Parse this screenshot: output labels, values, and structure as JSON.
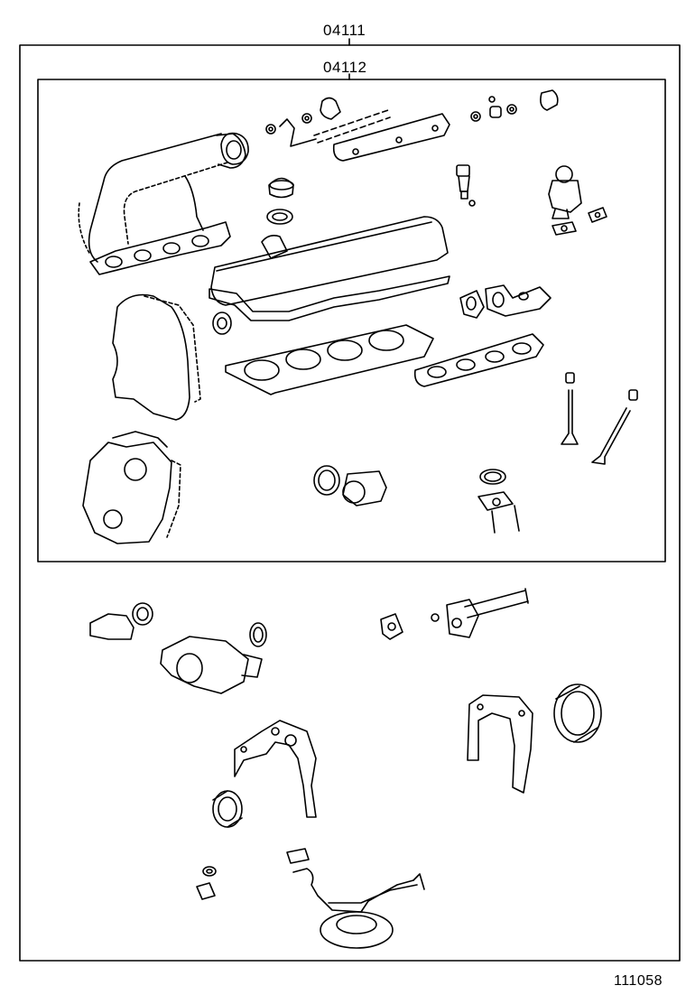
{
  "diagram": {
    "labels": {
      "outer_kit": "04111",
      "inner_kit": "04112",
      "figure_number": "111058"
    },
    "callouts": [
      {
        "from": "outer_kit",
        "to": "outer_frame"
      },
      {
        "from": "inner_kit",
        "to": "inner_frame"
      }
    ],
    "parts_inner_kit": [
      "intake-manifold-gasket",
      "intake-chamber-gasket",
      "fuel-injector-seals",
      "fuel-delivery-pipe",
      "fuel-injector",
      "oil-filler-cap",
      "oil-filler-cap-gasket",
      "egr-valve",
      "egr-gaskets",
      "cylinder-head-cover",
      "cylinder-head-cover-gasket",
      "spark-plug-tube-seal",
      "timing-belt-cover-upper",
      "cylinder-head-gasket",
      "exhaust-manifold-gaskets",
      "exhaust-manifold-gasket",
      "valve-stem-seals",
      "valves",
      "timing-belt-cover-lower",
      "thermostat-housing-gasket",
      "exhaust-pipe-gasket"
    ],
    "parts_outer_kit": [
      "water-inlet-gasket",
      "water-pump-gasket",
      "oil-cooler-gasket",
      "water-bypass-gasket",
      "rear-oil-seal-retainer-gasket",
      "rear-oil-seal",
      "timing-cover-gasket",
      "front-oil-seal",
      "oil-pressure-switch-gasket",
      "oil-strainer-gasket"
    ]
  }
}
